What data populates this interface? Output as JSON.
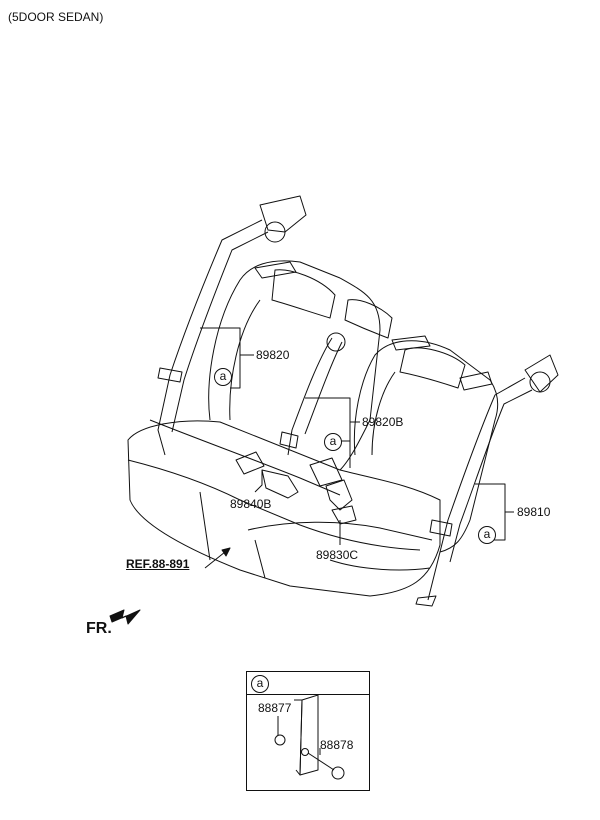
{
  "header": {
    "variant": "(5DOOR SEDAN)"
  },
  "callouts": {
    "belt_left": "89820",
    "belt_center": "89820B",
    "belt_right": "89810",
    "buckle_left": "89840B",
    "buckle_right": "89830C",
    "ref": "REF.88-891",
    "direction": "FR.",
    "marker": "a"
  },
  "detail": {
    "marker": "a",
    "part_a": "88877",
    "part_b": "88878"
  }
}
